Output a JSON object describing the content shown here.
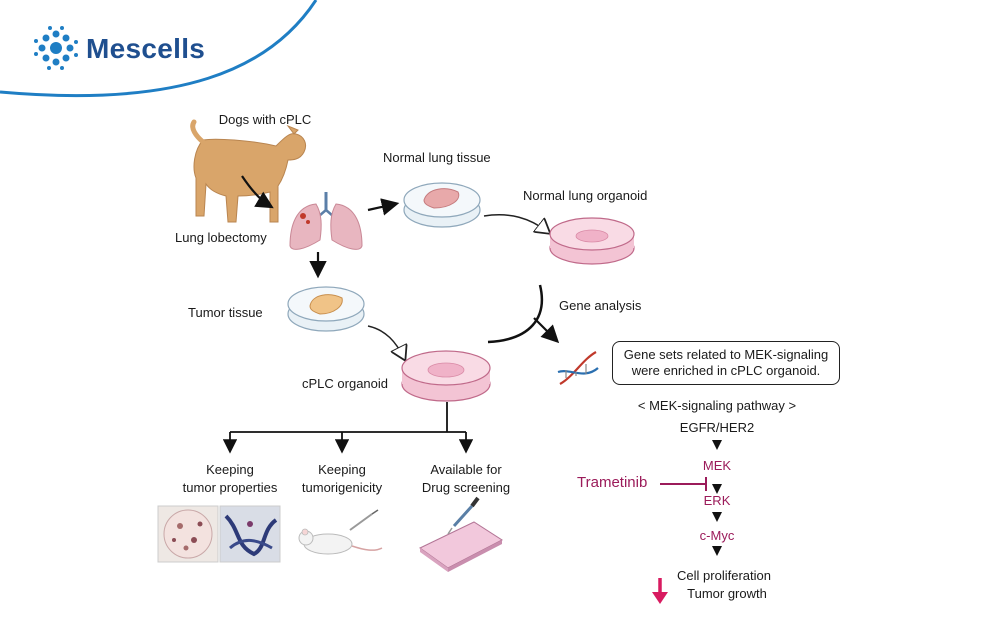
{
  "brand": {
    "name": "Mescells",
    "logo_color": "#1f7ec4",
    "text_color": "#1f4f8f"
  },
  "labels": {
    "dogs": "Dogs with cPLC",
    "lobectomy": "Lung lobectomy",
    "normal_tissue": "Normal lung tissue",
    "normal_organoid": "Normal lung organoid",
    "tumor_tissue": "Tumor tissue",
    "cplc_organoid": "cPLC organoid",
    "gene_analysis": "Gene analysis"
  },
  "callout": {
    "line1": "Gene sets related to MEK-signaling",
    "line2": "were enriched in cPLC organoid."
  },
  "pathway": {
    "title": "< MEK-signaling pathway >",
    "nodes": [
      "EGFR/HER2",
      "MEK",
      "ERK",
      "c-Myc"
    ],
    "inhibitor": "Trametinib",
    "outcome_1": "Cell proliferation",
    "outcome_2": "Tumor growth",
    "accent_color": "#9b1b5a"
  },
  "outcomes": [
    {
      "line1": "Keeping",
      "line2": "tumor properties"
    },
    {
      "line1": "Keeping",
      "line2": "tumorigenicity"
    },
    {
      "line1": "Available for",
      "line2": "Drug screening"
    }
  ]
}
